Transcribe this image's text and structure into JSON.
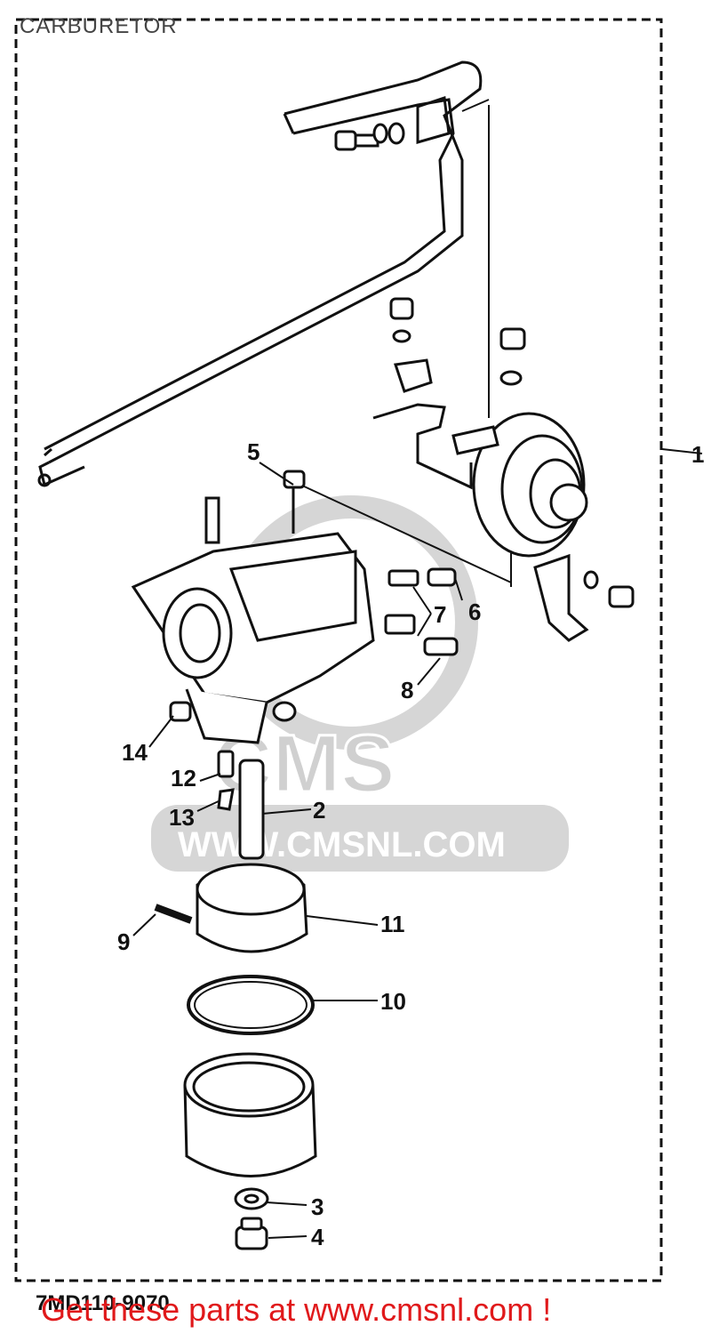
{
  "diagram": {
    "title": "CARBURETOR",
    "drawing_code": "7MD110-9070",
    "promo_text": "Get these parts at www.cmsnl.com !",
    "watermark": {
      "brand": "CMS",
      "url": "WWW.CMSNL.COM"
    },
    "callouts": [
      "1",
      "2",
      "3",
      "4",
      "5",
      "6",
      "7",
      "8",
      "9",
      "10",
      "11",
      "12",
      "13",
      "14"
    ],
    "colors": {
      "ink": "#111111",
      "promo": "#e0191b",
      "watermark": "#d4d4d4"
    }
  }
}
